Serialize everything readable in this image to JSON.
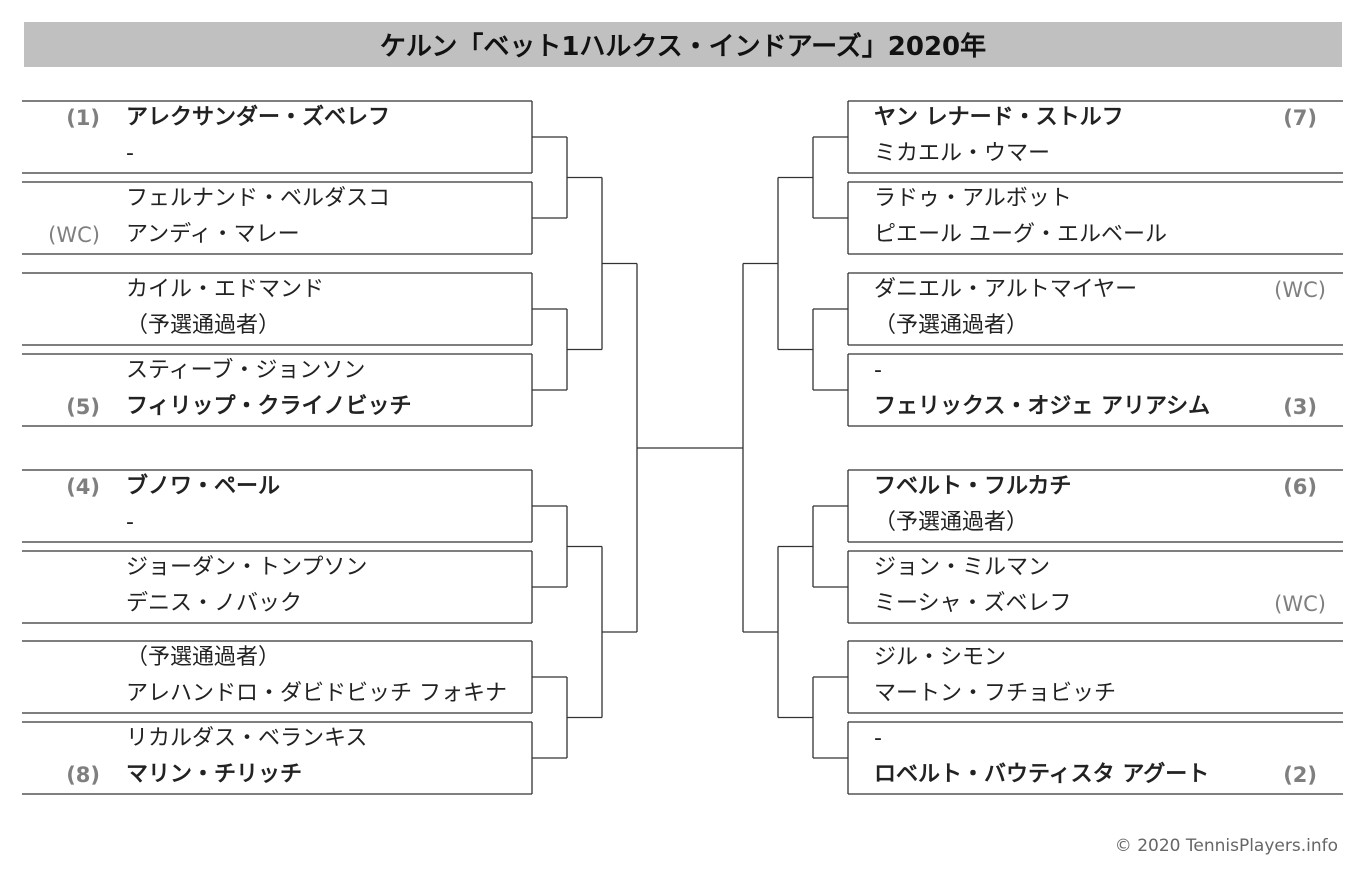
{
  "title": "ケルン「ベット1ハルクス・インドアーズ」2020年",
  "copyright": "© 2020 TennisPlayers.info",
  "left_slots": [
    {
      "top": {
        "name": "アレクサンダー・ズベレフ",
        "seed": "(1)",
        "bold": true
      },
      "bottom": {
        "name": "-",
        "seed": "",
        "bold": false
      }
    },
    {
      "top": {
        "name": "フェルナンド・ベルダスコ",
        "seed": "",
        "bold": false
      },
      "bottom": {
        "name": "アンディ・マレー",
        "seed": "(WC)",
        "bold": false
      }
    },
    {
      "top": {
        "name": "カイル・エドマンド",
        "seed": "",
        "bold": false
      },
      "bottom": {
        "name": "（予選通過者）",
        "seed": "",
        "bold": false
      }
    },
    {
      "top": {
        "name": "スティーブ・ジョンソン",
        "seed": "",
        "bold": false
      },
      "bottom": {
        "name": "フィリップ・クライノビッチ",
        "seed": "(5)",
        "bold": true
      }
    },
    {
      "top": {
        "name": "ブノワ・ペール",
        "seed": "(4)",
        "bold": true
      },
      "bottom": {
        "name": "-",
        "seed": "",
        "bold": false
      }
    },
    {
      "top": {
        "name": "ジョーダン・トンプソン",
        "seed": "",
        "bold": false
      },
      "bottom": {
        "name": "デニス・ノバック",
        "seed": "",
        "bold": false
      }
    },
    {
      "top": {
        "name": "（予選通過者）",
        "seed": "",
        "bold": false
      },
      "bottom": {
        "name": "アレハンドロ・ダビドビッチ フォキナ",
        "seed": "",
        "bold": false
      }
    },
    {
      "top": {
        "name": "リカルダス・ベランキス",
        "seed": "",
        "bold": false
      },
      "bottom": {
        "name": "マリン・チリッチ",
        "seed": "(8)",
        "bold": true
      }
    }
  ],
  "right_slots": [
    {
      "top": {
        "name": "ヤン レナード・ストルフ",
        "seed": "(7)",
        "bold": true
      },
      "bottom": {
        "name": "ミカエル・ウマー",
        "seed": "",
        "bold": false
      }
    },
    {
      "top": {
        "name": "ラドゥ・アルボット",
        "seed": "",
        "bold": false
      },
      "bottom": {
        "name": "ピエール ユーグ・エルベール",
        "seed": "",
        "bold": false
      }
    },
    {
      "top": {
        "name": "ダニエル・アルトマイヤー",
        "seed": "(WC)",
        "bold": false
      },
      "bottom": {
        "name": "（予選通過者）",
        "seed": "",
        "bold": false
      }
    },
    {
      "top": {
        "name": "-",
        "seed": "",
        "bold": false
      },
      "bottom": {
        "name": "フェリックス・オジェ アリアシム",
        "seed": "(3)",
        "bold": true
      }
    },
    {
      "top": {
        "name": "フベルト・フルカチ",
        "seed": "(6)",
        "bold": true
      },
      "bottom": {
        "name": "（予選通過者）",
        "seed": "",
        "bold": false
      }
    },
    {
      "top": {
        "name": "ジョン・ミルマン",
        "seed": "",
        "bold": false
      },
      "bottom": {
        "name": "ミーシャ・ズベレフ",
        "seed": "(WC)",
        "bold": false
      }
    },
    {
      "top": {
        "name": "ジル・シモン",
        "seed": "",
        "bold": false
      },
      "bottom": {
        "name": "マートン・フチョビッチ",
        "seed": "",
        "bold": false
      }
    },
    {
      "top": {
        "name": "-",
        "seed": "",
        "bold": false
      },
      "bottom": {
        "name": "ロベルト・バウティスタ アグート",
        "seed": "(2)",
        "bold": true
      }
    }
  ]
}
